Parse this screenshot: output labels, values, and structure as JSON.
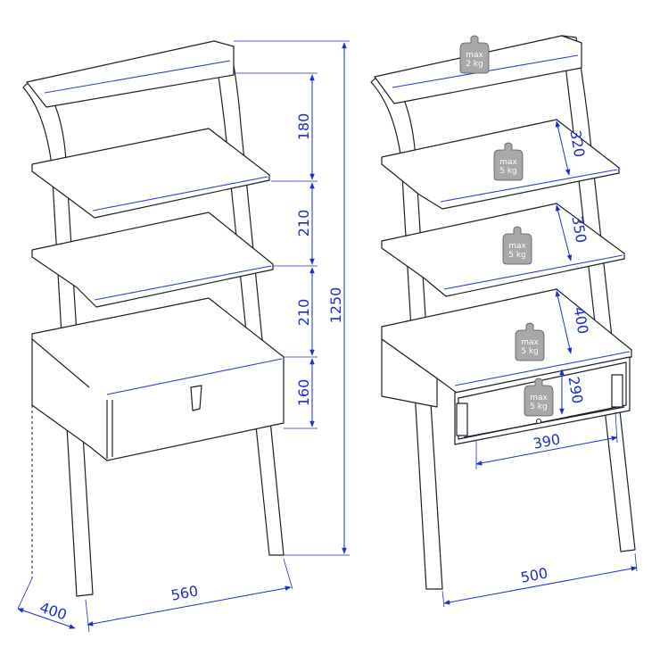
{
  "left_view": {
    "dimensions": {
      "top_gap": "180",
      "shelf_gap_1": "210",
      "shelf_gap_2": "210",
      "drawer_height": "160",
      "total_height": "1250",
      "depth": "400",
      "width": "560"
    }
  },
  "right_view": {
    "weights": [
      {
        "line1": "max",
        "line2": "2 kg"
      },
      {
        "line1": "max",
        "line2": "5 kg"
      },
      {
        "line1": "max",
        "line2": "5 kg"
      },
      {
        "line1": "max",
        "line2": "5 kg"
      },
      {
        "line1": "max",
        "line2": "5 kg"
      }
    ],
    "dimensions": {
      "shelf_1_depth": "320",
      "shelf_2_depth": "350",
      "drawer_top_depth": "400",
      "drawer_inner_height": "290",
      "drawer_inner_width": "390",
      "overall_width": "500"
    }
  },
  "colors": {
    "dimension": "#1a2fd0",
    "outline": "#1c1f2a",
    "weight_badge": "#a8a8a8"
  }
}
